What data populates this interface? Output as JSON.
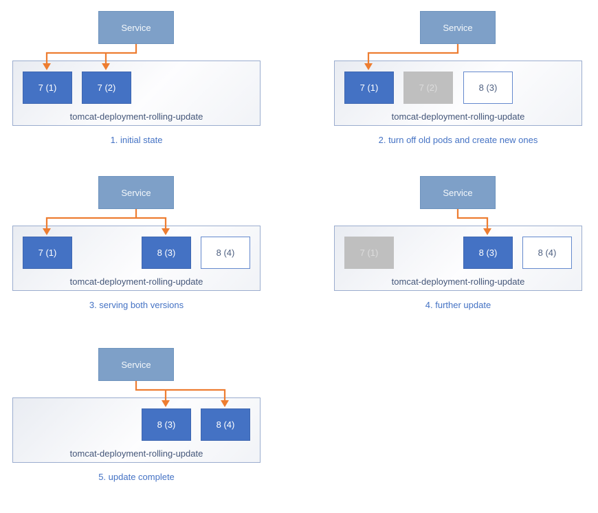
{
  "palette": {
    "service_fill": "#7EA0C8",
    "service_border": "#6D93BD",
    "service_text": "#F4F8FB",
    "pod_active_fill": "#4472C4",
    "pod_active_border": "#3E66B0",
    "pod_active_text": "#FFFFFF",
    "pod_stopped_fill": "#BFBFBF",
    "pod_stopped_text": "#DCDCDC",
    "pod_creating_fill": "#FFFFFF",
    "pod_creating_border": "#6388CD",
    "pod_creating_text": "#4D5F80",
    "arrow": "#ED7D31",
    "container_border": "#9AACCE",
    "deployment_text": "#445679",
    "caption_text": "#4472C4"
  },
  "panels": [
    {
      "service_label": "Service",
      "deployment_label": "tomcat-deployment-rolling-update",
      "caption": "1. initial state",
      "pods": [
        {
          "label": "7 (1)",
          "state": "active",
          "receives_traffic": true
        },
        {
          "label": "7 (2)",
          "state": "active",
          "receives_traffic": true
        }
      ]
    },
    {
      "service_label": "Service",
      "deployment_label": "tomcat-deployment-rolling-update",
      "caption": "2. turn off old pods and create new ones",
      "pods": [
        {
          "label": "7 (1)",
          "state": "active",
          "receives_traffic": true
        },
        {
          "label": "7 (2)",
          "state": "stopped",
          "receives_traffic": false
        },
        {
          "label": "8 (3)",
          "state": "creating",
          "receives_traffic": false
        }
      ]
    },
    {
      "service_label": "Service",
      "deployment_label": "tomcat-deployment-rolling-update",
      "caption": "3. serving both versions",
      "pods": [
        {
          "label": "7 (1)",
          "state": "active",
          "receives_traffic": true
        },
        {
          "label": "8 (3)",
          "state": "active",
          "receives_traffic": true
        },
        {
          "label": "8 (4)",
          "state": "creating",
          "receives_traffic": false
        }
      ]
    },
    {
      "service_label": "Service",
      "deployment_label": "tomcat-deployment-rolling-update",
      "caption": "4. further update",
      "pods": [
        {
          "label": "7 (1)",
          "state": "stopped",
          "receives_traffic": false
        },
        {
          "label": "8 (3)",
          "state": "active",
          "receives_traffic": true
        },
        {
          "label": "8 (4)",
          "state": "creating",
          "receives_traffic": false
        }
      ]
    },
    {
      "service_label": "Service",
      "deployment_label": "tomcat-deployment-rolling-update",
      "caption": "5. update complete",
      "pods": [
        {
          "label": "8 (3)",
          "state": "active",
          "receives_traffic": true
        },
        {
          "label": "8 (4)",
          "state": "active",
          "receives_traffic": true
        }
      ]
    }
  ]
}
